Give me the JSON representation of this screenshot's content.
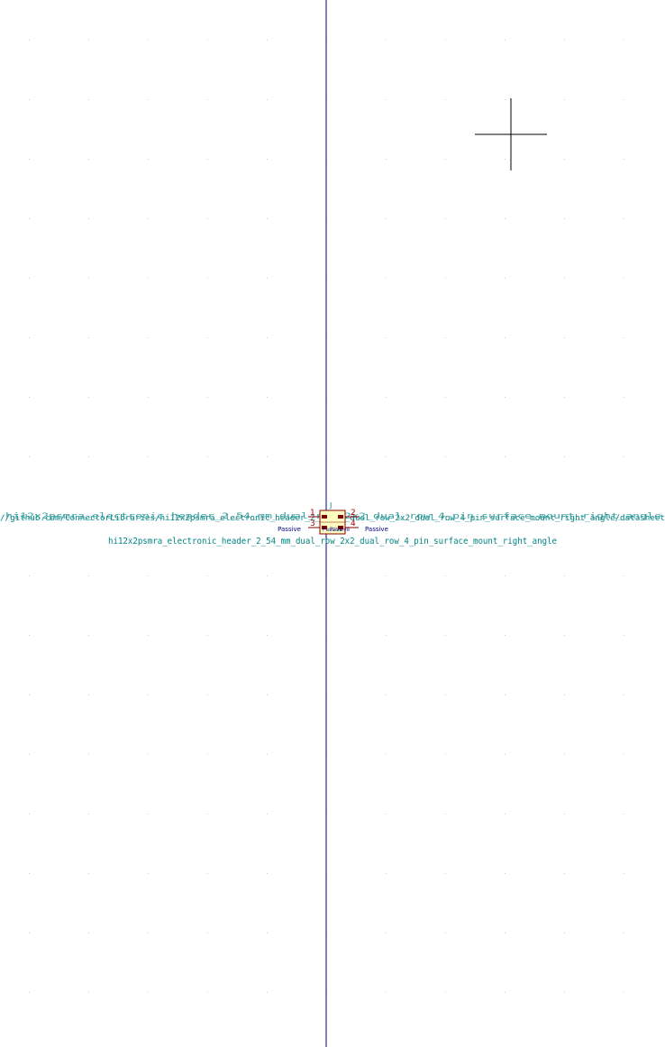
{
  "schematic": {
    "reference": "J",
    "value": "hi12x2psmra_electronic_header_2_54_mm_dual_row_2x2_dual_row_4_pin_surface_mount_right_angle",
    "overlapped_fields_text": "//github.com/ConnectorLibraries/hi12x2psmra_electronic_header_2_54_mm_dual_row_2x2_dual_row_4_pin_surface_mount_right_angle/datasheet",
    "pins": [
      {
        "number": "1",
        "type": "Passive"
      },
      {
        "number": "2",
        "type": "Passive"
      },
      {
        "number": "3",
        "type": "Passive"
      },
      {
        "number": "4",
        "type": "Passive"
      }
    ],
    "colors": {
      "background": "#ffffff",
      "grid_dot": "#c8c8c8",
      "axis": "#000080",
      "cursor": "#000000",
      "body_fill": "#ffffc2",
      "body_outline": "#840000",
      "pin_line": "#840000",
      "pin_number": "#a90000",
      "field_text": "#008484",
      "pin_type_text": "#000084"
    }
  }
}
